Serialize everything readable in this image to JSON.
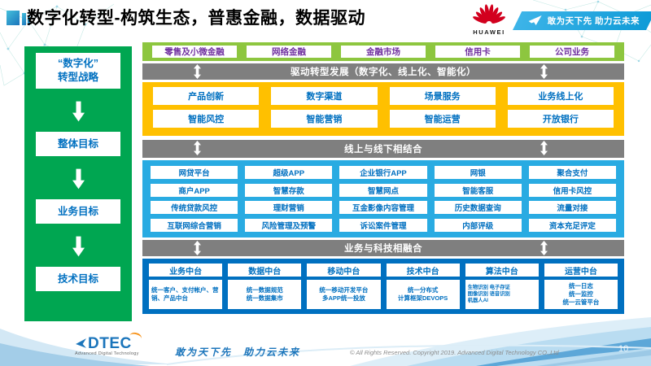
{
  "header": {
    "title": "数字化转型-构筑生态，普惠金融，数据驱动",
    "brand": "HUAWEI",
    "tagline": "敢为天下先 助力云未来"
  },
  "colors": {
    "sidebar_green": "#00a651",
    "band_green": "#8dc63f",
    "yellow": "#ffc000",
    "light_blue": "#29abe2",
    "dark_blue": "#0070c0",
    "connector_gray": "#7f7f7f",
    "box_text_blue": "#0070c0",
    "box_text_purple": "#7030a0",
    "huawei_red": "#d2001e",
    "ribbon_blue": "#0f9bd7"
  },
  "sidebar": {
    "items": [
      "“数字化”\n转型战略",
      "整体目标",
      "业务目标",
      "技术目标"
    ]
  },
  "business_lines": {
    "items": [
      "零售及小微金融",
      "网络金融",
      "金融市场",
      "信用卡",
      "公司业务"
    ]
  },
  "connectors": {
    "c1": "驱动转型发展（数字化、线上化、智能化）",
    "c2": "线上与线下相结合",
    "c3": "业务与科技相融合"
  },
  "transformation": {
    "rows": [
      [
        "产品创新",
        "数字渠道",
        "场景服务",
        "业务线上化"
      ],
      [
        "智能风控",
        "智能营销",
        "智能运营",
        "开放银行"
      ]
    ]
  },
  "applications": {
    "rows": [
      [
        "网贷平台",
        "超级APP",
        "企业银行APP",
        "网银",
        "聚合支付"
      ],
      [
        "商户APP",
        "智慧存款",
        "智慧网点",
        "智能客服",
        "信用卡风控"
      ],
      [
        "传统贷款风控",
        "理财营销",
        "互金影像内容管理",
        "历史数据查询",
        "流量对接"
      ],
      [
        "互联网综合营销",
        "风险管理及预警",
        "诉讼案件管理",
        "内部评级",
        "资本充足评定"
      ]
    ]
  },
  "platforms": {
    "columns": [
      {
        "title": "业务中台",
        "detail": "统一客户、支付帐户、营销、产品中台"
      },
      {
        "title": "数据中台",
        "detail": "统一数据规范\n统一数据集市"
      },
      {
        "title": "移动中台",
        "detail": "统一移动开发平台\n多APP统一投放"
      },
      {
        "title": "技术中台",
        "detail": "统一分布式\n计算框架DEVOPS"
      },
      {
        "title": "算法中台",
        "detail": "生物识别 电子存证\n图像识别 语音识别\n机器人AI"
      },
      {
        "title": "运营中台",
        "detail": "统一日志\n统一监控\n统一云管平台"
      }
    ]
  },
  "footer": {
    "logo": "DTEC",
    "logo_sub": "Advanced Digital Technology",
    "slogan": "敢为天下先　助力云未来",
    "copyright": "© All Rights Reserved. Copyright 2019. Advanced Digital Technology CO.,Ltd",
    "page": "10"
  }
}
